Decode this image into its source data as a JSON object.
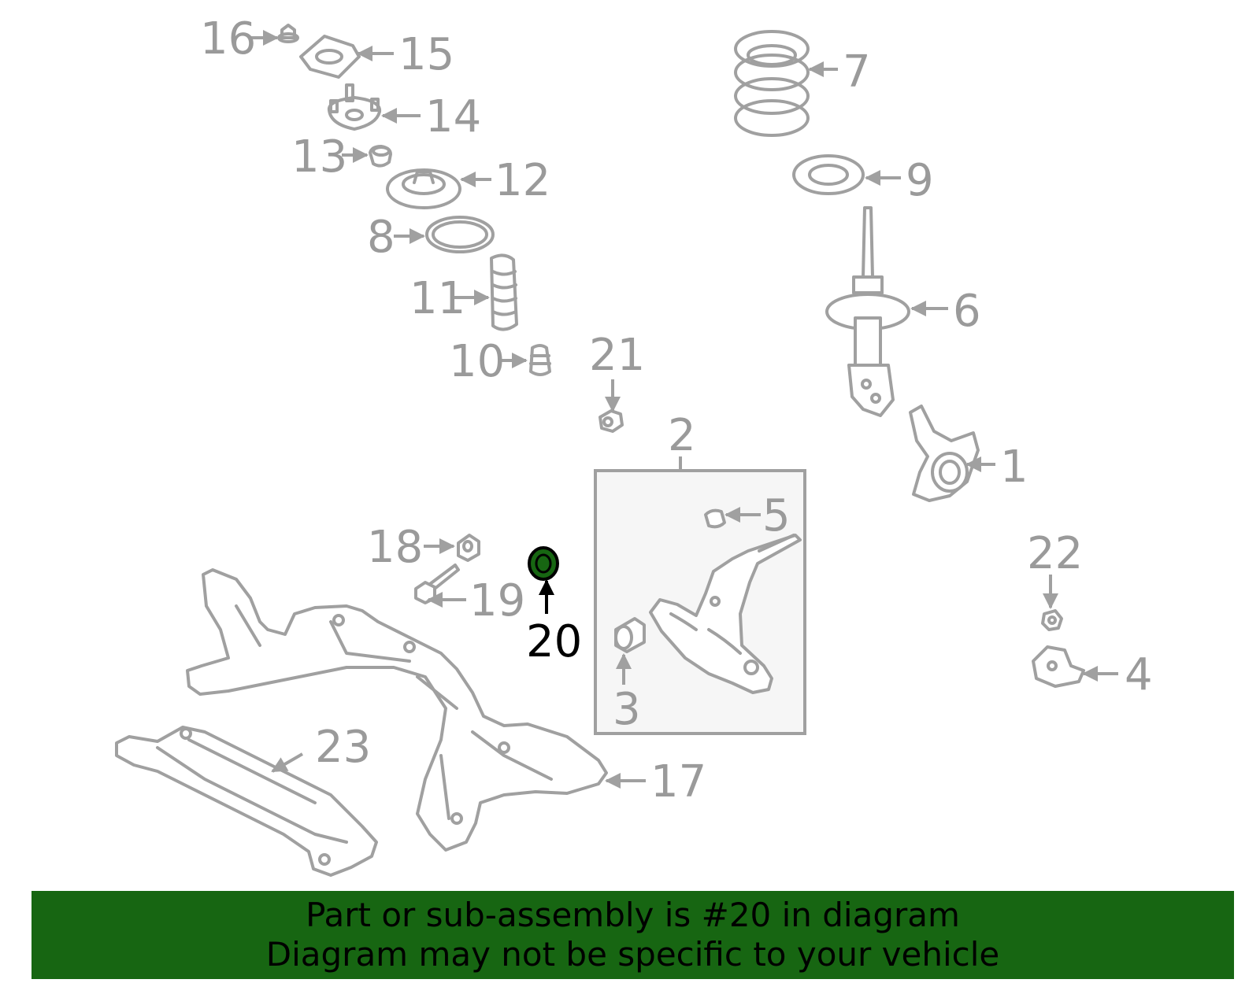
{
  "highlight": {
    "part_number": "20",
    "fill_color": "#176612"
  },
  "labels": {
    "p1": "1",
    "p2": "2",
    "p3": "3",
    "p4": "4",
    "p5": "5",
    "p6": "6",
    "p7": "7",
    "p8": "8",
    "p9": "9",
    "p10": "10",
    "p11": "11",
    "p12": "12",
    "p13": "13",
    "p14": "14",
    "p15": "15",
    "p16": "16",
    "p17": "17",
    "p18": "18",
    "p19": "19",
    "p20": "20",
    "p21": "21",
    "p22": "22",
    "p23": "23"
  },
  "banner": {
    "line1": "Part or sub-assembly is #20 in diagram",
    "line2": "Diagram may not be specific to your vehicle",
    "background": "#176612"
  },
  "colors": {
    "line_art": "#a0a0a0",
    "label": "#9a9a9a",
    "highlight_label": "#000000"
  }
}
